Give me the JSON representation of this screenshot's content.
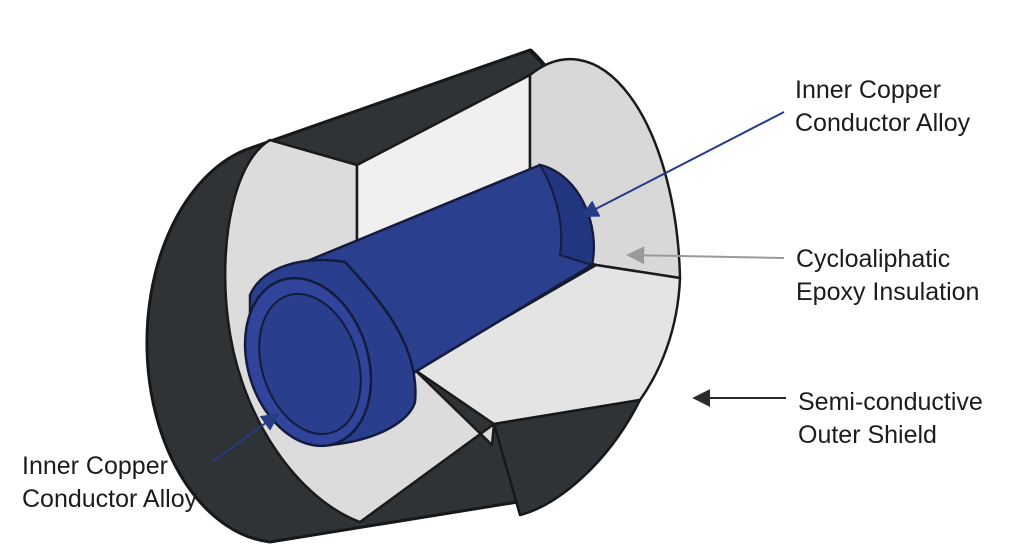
{
  "labels": {
    "conductor_top": {
      "line1": "Inner Copper",
      "line2": "Conductor Alloy"
    },
    "insulation": {
      "line1": "Cycloaliphatic",
      "line2": "Epoxy Insulation"
    },
    "shield": {
      "line1": "Semi-conductive",
      "line2": "Outer Shield"
    },
    "conductor_bottom": {
      "line1": "Inner Copper",
      "line2": "Conductor Alloy"
    }
  },
  "colors": {
    "shield": "#2f3336",
    "shield_edge": "#161819",
    "insulation": "#dedede",
    "insulation_light": "#ececec",
    "conductor": "#2b3f8f",
    "conductor_dark": "#1d2c6e",
    "arrow_blue": "#243b85",
    "arrow_gray": "#9a9a9a",
    "arrow_black": "#2a2a2a"
  }
}
